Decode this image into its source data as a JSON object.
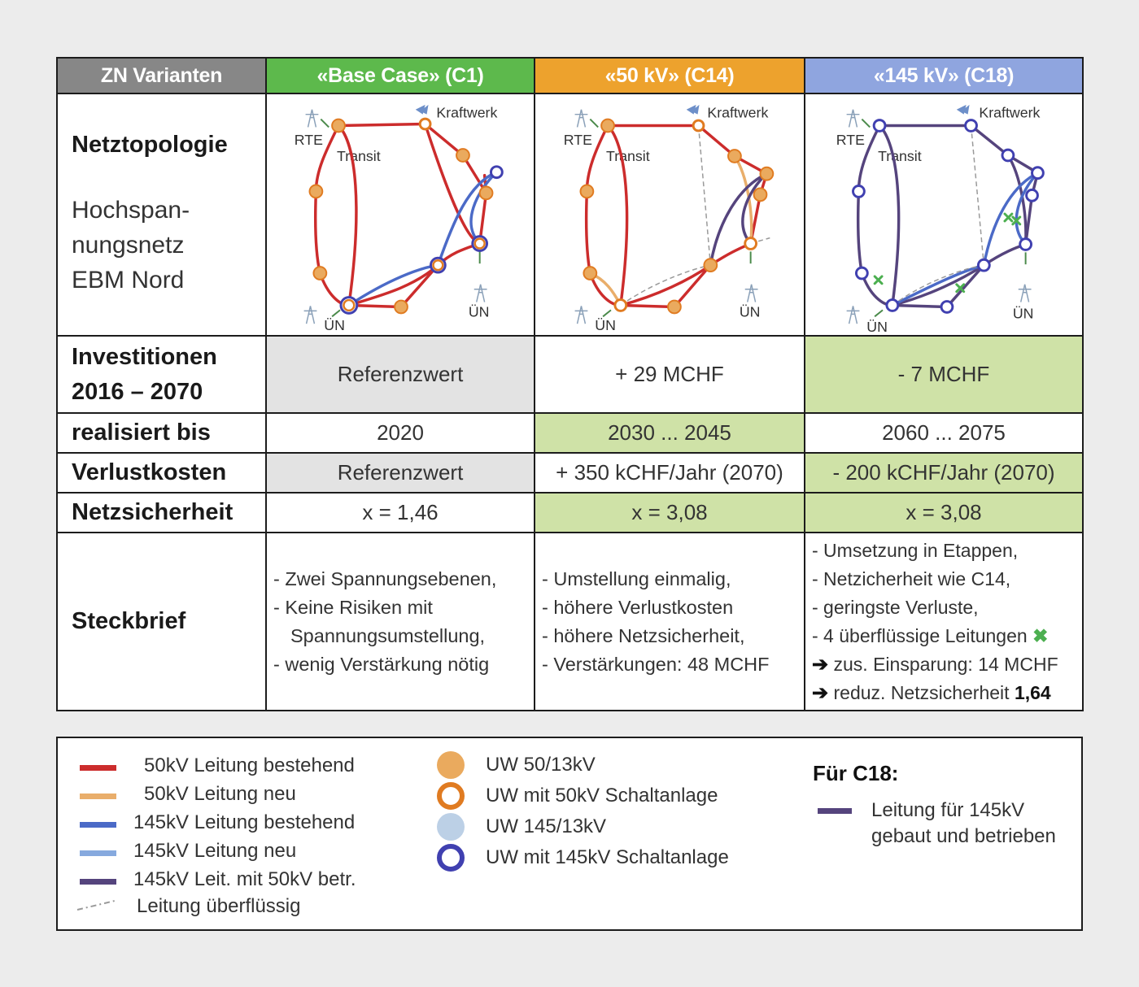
{
  "header": {
    "corner": "ZN Varianten",
    "variants": [
      "«Base Case» (C1)",
      "«50 kV» (C14)",
      "«145 kV» (C18)"
    ]
  },
  "colors": {
    "c1_header": "#5db94c",
    "c14_header": "#eda22d",
    "c18_header": "#8fa5df",
    "corner_header": "#878787",
    "highlight_green": "#cfe2a7",
    "reference_gray": "#e3e3e3",
    "line_50kv_existing": "#cc2c2c",
    "line_50kv_new": "#e9ae6b",
    "line_145kv_existing": "#4b6ac7",
    "line_145kv_new": "#86a9de",
    "line_145kv_50kv_operated": "#55447d",
    "node_50_13": "#eaaa5e",
    "node_50_switch": "#e07b21",
    "node_145_13": "#bcd0e6",
    "node_145_switch": "#4040b0"
  },
  "topology": {
    "title": "Netztopologie",
    "subtitle_lines": [
      "Hochspan-",
      "nungsnetz",
      "EBM Nord"
    ],
    "map_labels": {
      "kraftwerk": "Kraftwerk",
      "rte": "RTE",
      "transit": "Transit",
      "un": "ÜN"
    }
  },
  "rows": {
    "investitionen": {
      "label_lines": [
        "Investitionen",
        "2016 – 2070"
      ],
      "values": [
        "Referenzwert",
        "+ 29 MCHF",
        "- 7 MCHF"
      ]
    },
    "realisiert": {
      "label": "realisiert bis",
      "values": [
        "2020",
        "2030 ... 2045",
        "2060 ... 2075"
      ]
    },
    "verlust": {
      "label": "Verlustkosten",
      "values": [
        "Referenzwert",
        "+ 350 kCHF/Jahr (2070)",
        "- 200 kCHF/Jahr (2070)"
      ]
    },
    "sicherheit": {
      "label": "Netzsicherheit",
      "values": [
        "x = 1,46",
        "x = 3,08",
        "x = 3,08"
      ]
    },
    "steckbrief": {
      "label": "Steckbrief",
      "c1": [
        "- Zwei Spannungsebenen,",
        "- Keine Risiken mit",
        "Spannungsumstellung,",
        "- wenig Verstärkung nötig"
      ],
      "c14": [
        "- Umstellung einmalig,",
        "- höhere Verlustkosten",
        "- höhere Netzsicherheit,",
        "- Verstärkungen: 48 MCHF"
      ],
      "c18": [
        "- Umsetzung in Etappen,",
        "- Netzicherheit wie C14,",
        "- geringste Verluste,",
        "- 4 überflüssige Leitungen",
        "zus. Einsparung: 14 MCHF",
        "reduz. Netzsicherheit",
        "1,64"
      ],
      "c18_symbols": {
        "cross": "✖",
        "arrow": "➔"
      }
    }
  },
  "legend": {
    "lines": [
      "50kV Leitung bestehend",
      "50kV Leitung neu",
      "145kV Leitung bestehend",
      "145kV Leitung neu",
      "145kV Leit. mit 50kV betr.",
      "Leitung überflüssig"
    ],
    "nodes": [
      "UW 50/13kV",
      "UW mit 50kV Schaltanlage",
      "UW 145/13kV",
      "UW mit 145kV Schaltanlage"
    ],
    "c18_title": "Für C18:",
    "c18_lines": [
      "Leitung für 145kV",
      "gebaut und betrieben"
    ]
  }
}
